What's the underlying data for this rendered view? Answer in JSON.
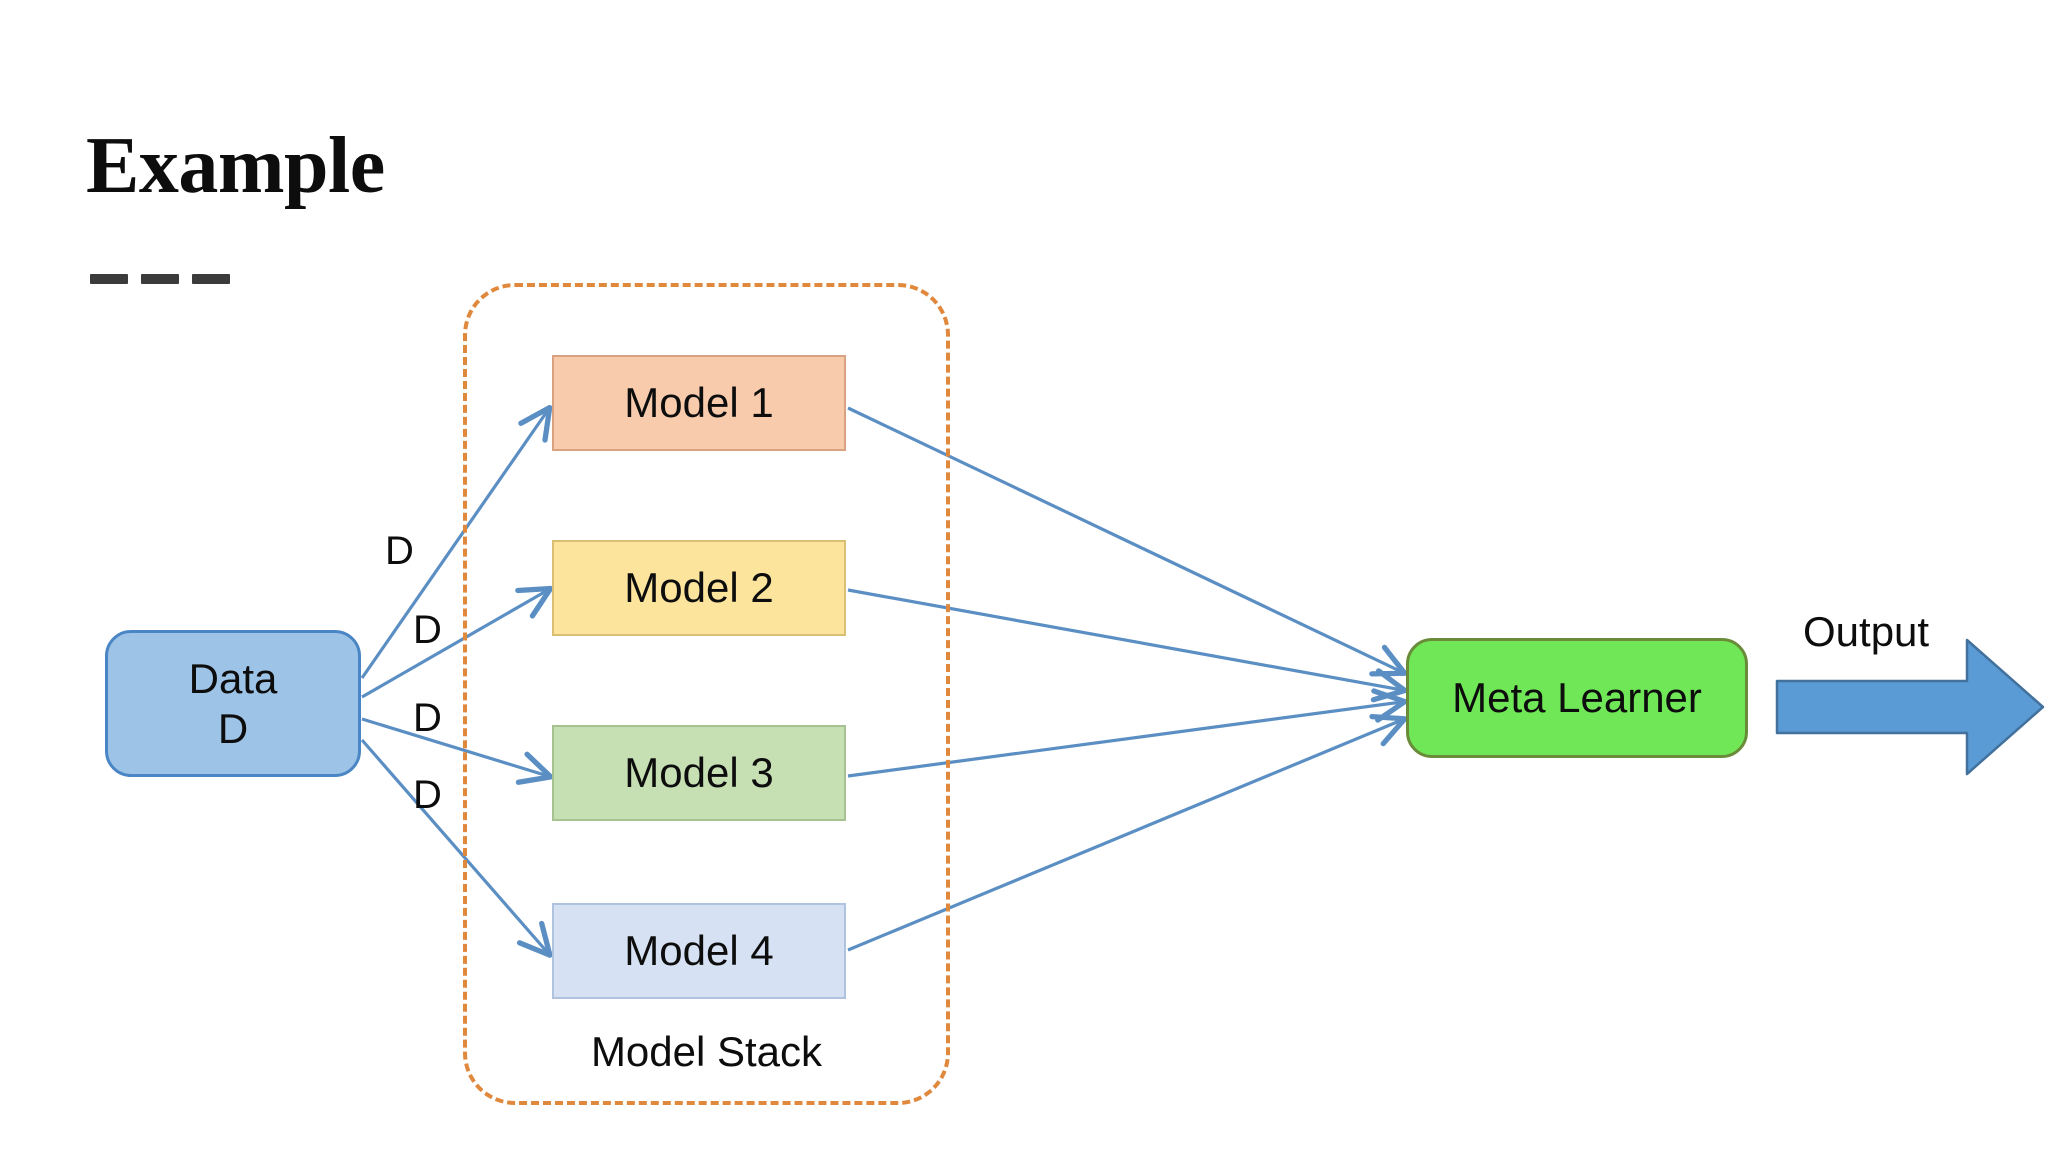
{
  "slide": {
    "title": "Example",
    "title_rule_dashes": 3
  },
  "nodes": {
    "data": {
      "label": "Data\nD",
      "fill": "#9DC3E6",
      "stroke": "#4A86C5"
    },
    "meta_learner": {
      "label": "Meta Learner",
      "fill": "#6FE756",
      "stroke": "#6A8C3A"
    },
    "models": [
      {
        "label": "Model 1",
        "fill": "#F8CBAD",
        "stroke": "#D9A382"
      },
      {
        "label": "Model 2",
        "fill": "#FCE49C",
        "stroke": "#D9BE74"
      },
      {
        "label": "Model 3",
        "fill": "#C6E0B4",
        "stroke": "#A7C291"
      },
      {
        "label": "Model 4",
        "fill": "#D6E2F3",
        "stroke": "#AFC3DF"
      }
    ]
  },
  "group": {
    "caption": "Model Stack",
    "border_color": "#E0883C",
    "border_style": "dashed"
  },
  "edge_labels": {
    "d1": "D",
    "d2": "D",
    "d3": "D",
    "d4": "D"
  },
  "output": {
    "label": "Output",
    "arrow_fill": "#5B9BD5",
    "arrow_stroke": "#41719C"
  },
  "edges": {
    "connector_color": "#5B8FC4",
    "from_data_to_models": 4,
    "from_models_to_meta": 4
  },
  "chart_data": {
    "type": "diagram",
    "title": "Example",
    "subtitle": "Model Stack",
    "nodes": [
      {
        "id": "data",
        "label": "Data D",
        "group": "input"
      },
      {
        "id": "model1",
        "label": "Model 1",
        "group": "model-stack"
      },
      {
        "id": "model2",
        "label": "Model 2",
        "group": "model-stack"
      },
      {
        "id": "model3",
        "label": "Model 3",
        "group": "model-stack"
      },
      {
        "id": "model4",
        "label": "Model 4",
        "group": "model-stack"
      },
      {
        "id": "meta",
        "label": "Meta Learner",
        "group": "combiner"
      },
      {
        "id": "output",
        "label": "Output",
        "group": "output"
      }
    ],
    "links": [
      {
        "from": "data",
        "to": "model1",
        "label": "D"
      },
      {
        "from": "data",
        "to": "model2",
        "label": "D"
      },
      {
        "from": "data",
        "to": "model3",
        "label": "D"
      },
      {
        "from": "data",
        "to": "model4",
        "label": "D"
      },
      {
        "from": "model1",
        "to": "meta",
        "label": ""
      },
      {
        "from": "model2",
        "to": "meta",
        "label": ""
      },
      {
        "from": "model3",
        "to": "meta",
        "label": ""
      },
      {
        "from": "model4",
        "to": "meta",
        "label": ""
      },
      {
        "from": "meta",
        "to": "output",
        "label": "Output"
      }
    ]
  }
}
